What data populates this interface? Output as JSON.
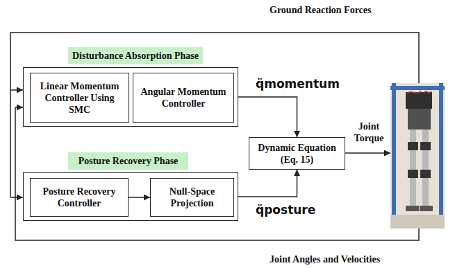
{
  "diagram": {
    "nodes": [
      {
        "text": [
          "Disturbance Absorption Phase"
        ]
      },
      {
        "text": [
          "Linear Momentum Controller Using SMC"
        ],
        "in": 0
      },
      {
        "text": [
          "Angular Momentum Controller"
        ],
        "in": 0
      },
      {
        "text": [
          "Posture Recovery Phase"
        ]
      },
      {
        "text": [
          "Posture Recovery Controller"
        ],
        "in": 3
      },
      {
        "text": [
          "Null-Space Projection"
        ],
        "in": 3
      },
      {
        "text": [
          "Dynamic Equation (Eq. 15)"
        ]
      }
    ],
    "edges": [
      {
        "from": 4,
        "to": 5,
        "arrow": "to"
      },
      {
        "from": 0,
        "to": 6,
        "label": "q̈momentum",
        "arrow": "to"
      },
      {
        "from": 3,
        "to": 6,
        "label": "q̈posture",
        "arrow": "to"
      }
    ],
    "labels": [
      "Ground Reaction Forces",
      "Joint Torque",
      "Joint Angles and Velocities"
    ]
  }
}
